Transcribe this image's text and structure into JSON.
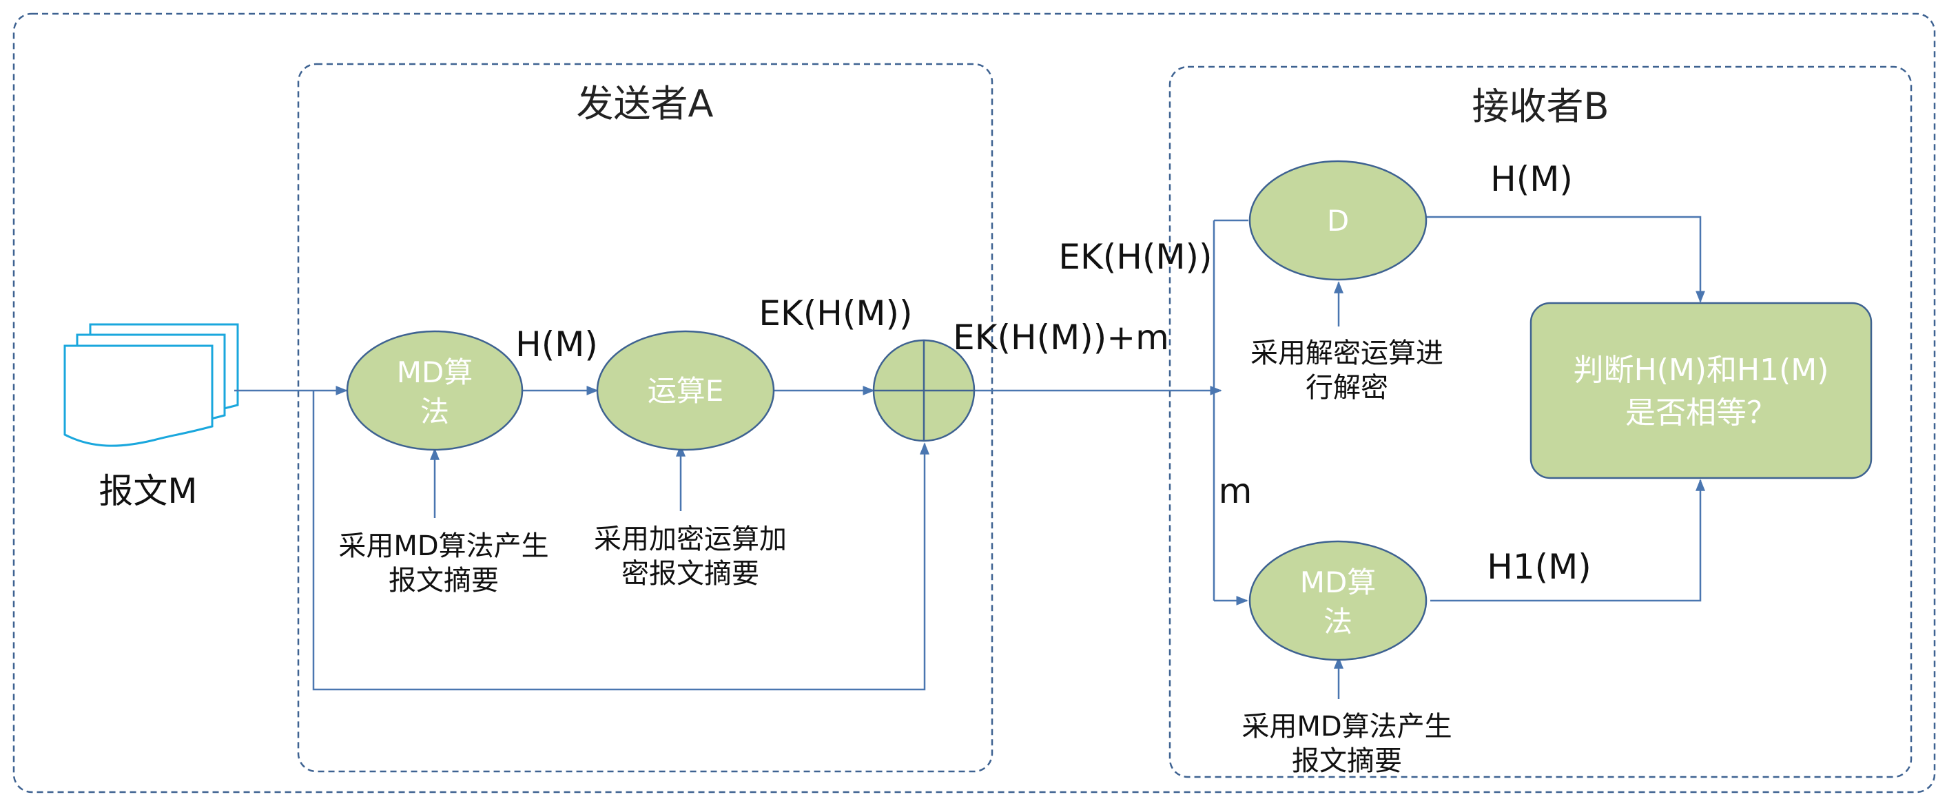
{
  "sender": {
    "title": "发送者A",
    "nodes": {
      "md": {
        "line1": "MD算",
        "line2": "法"
      },
      "encrypt": {
        "label": "运算E"
      }
    },
    "notes": {
      "md": {
        "line1": "采用MD算法产生",
        "line2": "报文摘要"
      },
      "encrypt": {
        "line1": "采用加密运算加",
        "line2": "密报文摘要"
      }
    },
    "edges": {
      "hash": "H(M)",
      "encrypted": "EK(H(M))"
    }
  },
  "message": {
    "label": "报文M"
  },
  "channel": {
    "label": "EK(H(M))+m"
  },
  "receiver": {
    "title": "接收者B",
    "nodes": {
      "decrypt": {
        "label": "D"
      },
      "md": {
        "line1": "MD算",
        "line2": "法"
      },
      "compare": {
        "line1": "判断H(M)和H1(M)",
        "line2": "是否相等？"
      }
    },
    "notes": {
      "decrypt": {
        "line1": "采用解密运算进",
        "line2": "行解密"
      },
      "md": {
        "line1": "采用MD算法产生",
        "line2": "报文摘要"
      }
    },
    "edges": {
      "encrypted_in": "EK(H(M))",
      "message_in": "m",
      "decrypted": "H(M)",
      "recomputed": "H1(M)"
    }
  },
  "colors": {
    "node_fill": "#c5d89e",
    "node_stroke": "#3e6291",
    "arrow": "#4a76b0",
    "frame": "#3e6291",
    "doc_stroke": "#1aa7dd"
  }
}
